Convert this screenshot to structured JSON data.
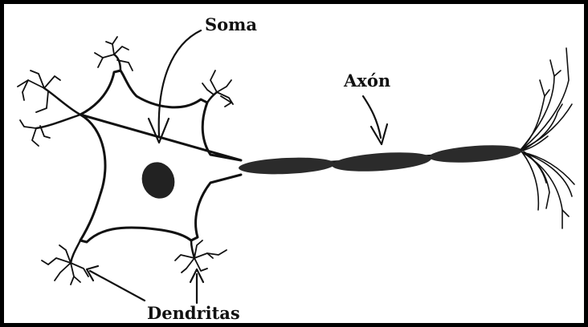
{
  "labels": {
    "soma": "Soma",
    "axon": "Axón",
    "dendrites": "Dendritas"
  },
  "colors": {
    "ink": "#111111",
    "background": "#ffffff",
    "frame": "#000000"
  }
}
